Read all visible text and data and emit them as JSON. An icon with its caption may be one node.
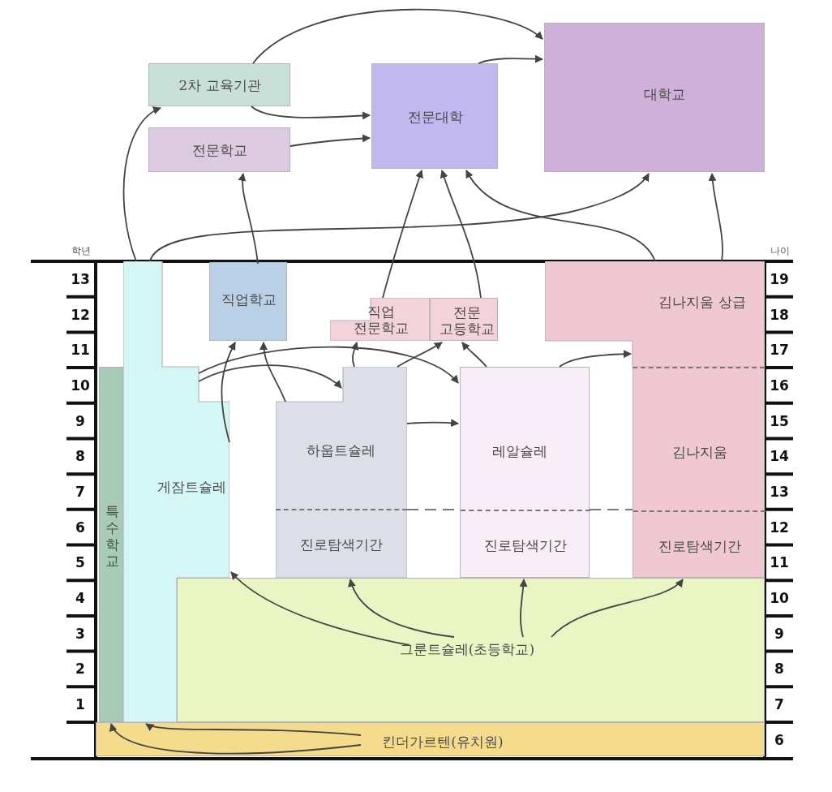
{
  "diagram": {
    "nodes": [
      {
        "text": [
          "2차 교육기관"
        ]
      },
      {
        "text": [
          "전문학교"
        ]
      },
      {
        "text": [
          "전문대학"
        ]
      },
      {
        "text": [
          "대학교"
        ]
      },
      {
        "text": [
          "특수학교"
        ]
      },
      {
        "text": [
          "게잠트슐레"
        ]
      },
      {
        "text": [
          "직업학교"
        ]
      },
      {
        "text": [
          "하웁트슐레"
        ]
      },
      {
        "text": [
          "진로탐색기간"
        ],
        "in": 7
      },
      {
        "text": [
          "직업 전문학교"
        ]
      },
      {
        "text": [
          "전문 고등학교"
        ]
      },
      {
        "text": [
          "레알슐레"
        ]
      },
      {
        "text": [
          "진로탐색기간"
        ],
        "in": 11
      },
      {
        "text": [
          "김나지움 상급"
        ]
      },
      {
        "text": [
          "김나지움"
        ]
      },
      {
        "text": [
          "진로탐색기간"
        ],
        "in": 14
      },
      {
        "text": [
          "그룬트슐레(초등학교)"
        ]
      },
      {
        "text": [
          "킨더가르텐(유치원)"
        ]
      }
    ],
    "edges": [
      {
        "from": 17,
        "to": 4,
        "arrow": "to"
      },
      {
        "from": 17,
        "to": 5,
        "arrow": "to"
      },
      {
        "from": 16,
        "to": 5,
        "arrow": "to"
      },
      {
        "from": 16,
        "to": 8,
        "arrow": "to"
      },
      {
        "from": 16,
        "to": 12,
        "arrow": "to"
      },
      {
        "from": 16,
        "to": 15,
        "arrow": "to"
      },
      {
        "from": 5,
        "to": 0,
        "arrow": "to"
      },
      {
        "from": 5,
        "to": 3,
        "arrow": "to"
      },
      {
        "from": 5,
        "to": 6,
        "arrow": "to"
      },
      {
        "from": 5,
        "to": 7,
        "arrow": "to"
      },
      {
        "from": 5,
        "to": 11,
        "arrow": "to"
      },
      {
        "from": 7,
        "to": 6,
        "arrow": "to"
      },
      {
        "from": 7,
        "to": 9,
        "arrow": "to"
      },
      {
        "from": 7,
        "to": 10,
        "arrow": "to"
      },
      {
        "from": 7,
        "to": 11,
        "arrow": "to"
      },
      {
        "from": 11,
        "to": 10,
        "arrow": "to"
      },
      {
        "from": 11,
        "to": 13,
        "arrow": "to"
      },
      {
        "from": 6,
        "to": 1,
        "arrow": "to"
      },
      {
        "from": 9,
        "to": 2,
        "arrow": "to"
      },
      {
        "from": 10,
        "to": 2,
        "arrow": "to"
      },
      {
        "from": 13,
        "to": 2,
        "arrow": "to"
      },
      {
        "from": 13,
        "to": 3,
        "arrow": "to"
      },
      {
        "from": 0,
        "to": 3,
        "arrow": "to"
      },
      {
        "from": 0,
        "to": 2,
        "arrow": "to"
      },
      {
        "from": 1,
        "to": 2,
        "arrow": "to"
      },
      {
        "from": 2,
        "to": 3,
        "arrow": "to"
      }
    ],
    "labels": [
      "학년",
      "나이",
      "13",
      "19",
      "12",
      "18",
      "11",
      "17",
      "10",
      "16",
      "9",
      "15",
      "8",
      "14",
      "7",
      "13",
      "6",
      "12",
      "5",
      "11",
      "4",
      "10",
      "3",
      "9",
      "2",
      "8",
      "1",
      "7",
      "6"
    ]
  }
}
